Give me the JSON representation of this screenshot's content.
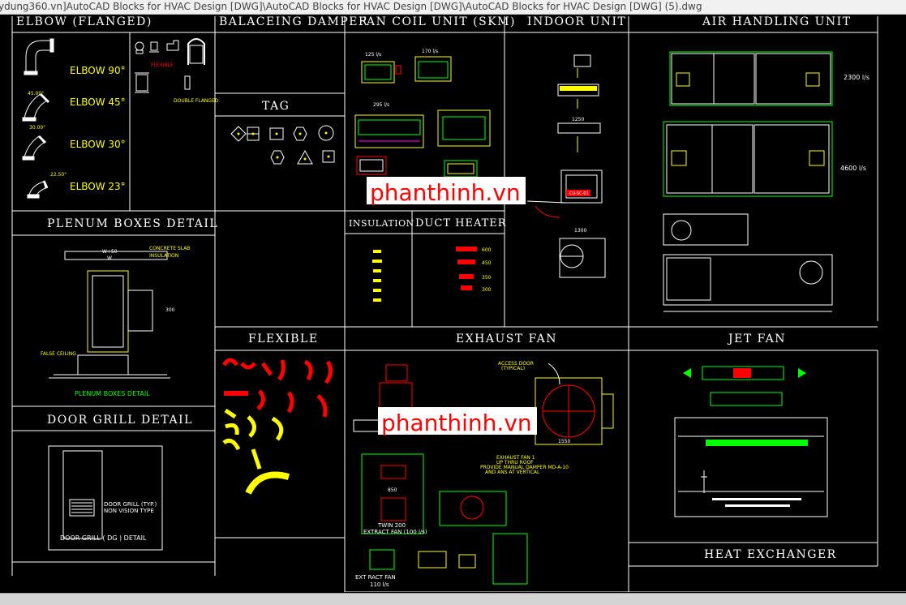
{
  "window_title": "ydung360.vn]AutoCAD Blocks for HVAC Design [DWG]\\AutoCAD Blocks for HVAC Design [DWG]\\AutoCAD Blocks for HVAC Design [DWG] (5).dwg",
  "sections": {
    "elbow": "ELBOW (FLANGED)",
    "balancing_damper": "BALACEING DAMPER",
    "fan_coil_unit": "FAN COIL UNIT (SKM)",
    "indoor_unit": "INDOOR UNIT",
    "air_handling_unit": "AIR HANDLING UNIT",
    "tag": "TAG",
    "plenum_boxes": "PLENUM BOXES DETAIL",
    "insulation": "INSULATION",
    "duct_heater": "DUCT HEATER",
    "flexible": "FLEXIBLE",
    "exhaust_fan": "EXHAUST FAN",
    "jet_fan": "JET FAN",
    "door_grill": "DOOR GRILL DETAIL",
    "heat_exchanger": "HEAT EXCHANGER"
  },
  "elbow_labels": [
    "ELBOW 90°",
    "ELBOW 45°",
    "ELBOW 30°",
    "ELBOW 23°"
  ],
  "elbow_angles": [
    "45.00°",
    "30.00°",
    "22.50°"
  ],
  "flange_labels": {
    "flexible": "FLEXIBLE",
    "double_flanged": "DOUBLE FLANGED"
  },
  "fcu_flows": [
    "125 l/s",
    "170 l/s",
    "295 l/s"
  ],
  "indoor_dims": [
    "1250",
    "1300"
  ],
  "ahu_flows": [
    "2300 l/s",
    "4600 l/s"
  ],
  "duct_heater_values": [
    "600",
    "450",
    "350",
    "300"
  ],
  "plenum": {
    "concrete_slab": "CONCRETE SLAB",
    "insulation": "INSULATION",
    "false_ceiling": "FALSE CEILING",
    "caption": "PLENUM BOXES DETAIL",
    "dim_top": "W+50",
    "dim_w": "W",
    "dim_h": "300"
  },
  "door_grill": {
    "note_line1": "DOOR GRILL (TYP.)",
    "note_line2": "NON VISION TYPE",
    "caption": "DOOR GRILL ( DG ) DETAIL"
  },
  "exhaust": {
    "access_door_1": "ACCESS DOOR",
    "access_door_2": "(TYPICAL)",
    "note_1": "EXHAUST FAN 1",
    "note_2": "UP THRU ROOF",
    "note_3": "PROVIDE MANUAL DAMPER MD-A-10",
    "note_4": "AND ANS AT VERTICAL",
    "dim": "1550",
    "twin_1": "TWIN 200",
    "twin_2": "EXTRACT FAN (100 l/s)",
    "dim_850": "850",
    "ext_1": "EXT RACT FAN",
    "ext_2": "110 l/s"
  },
  "indoor_tag": "CU-SC-01",
  "watermark": "phanthinh.vn",
  "colors": {
    "background": "#000000",
    "frame": "#ffffff",
    "yellow": "#ffff00",
    "green": "#00ff00",
    "red": "#ff0000",
    "magenta": "#ff00ff"
  }
}
